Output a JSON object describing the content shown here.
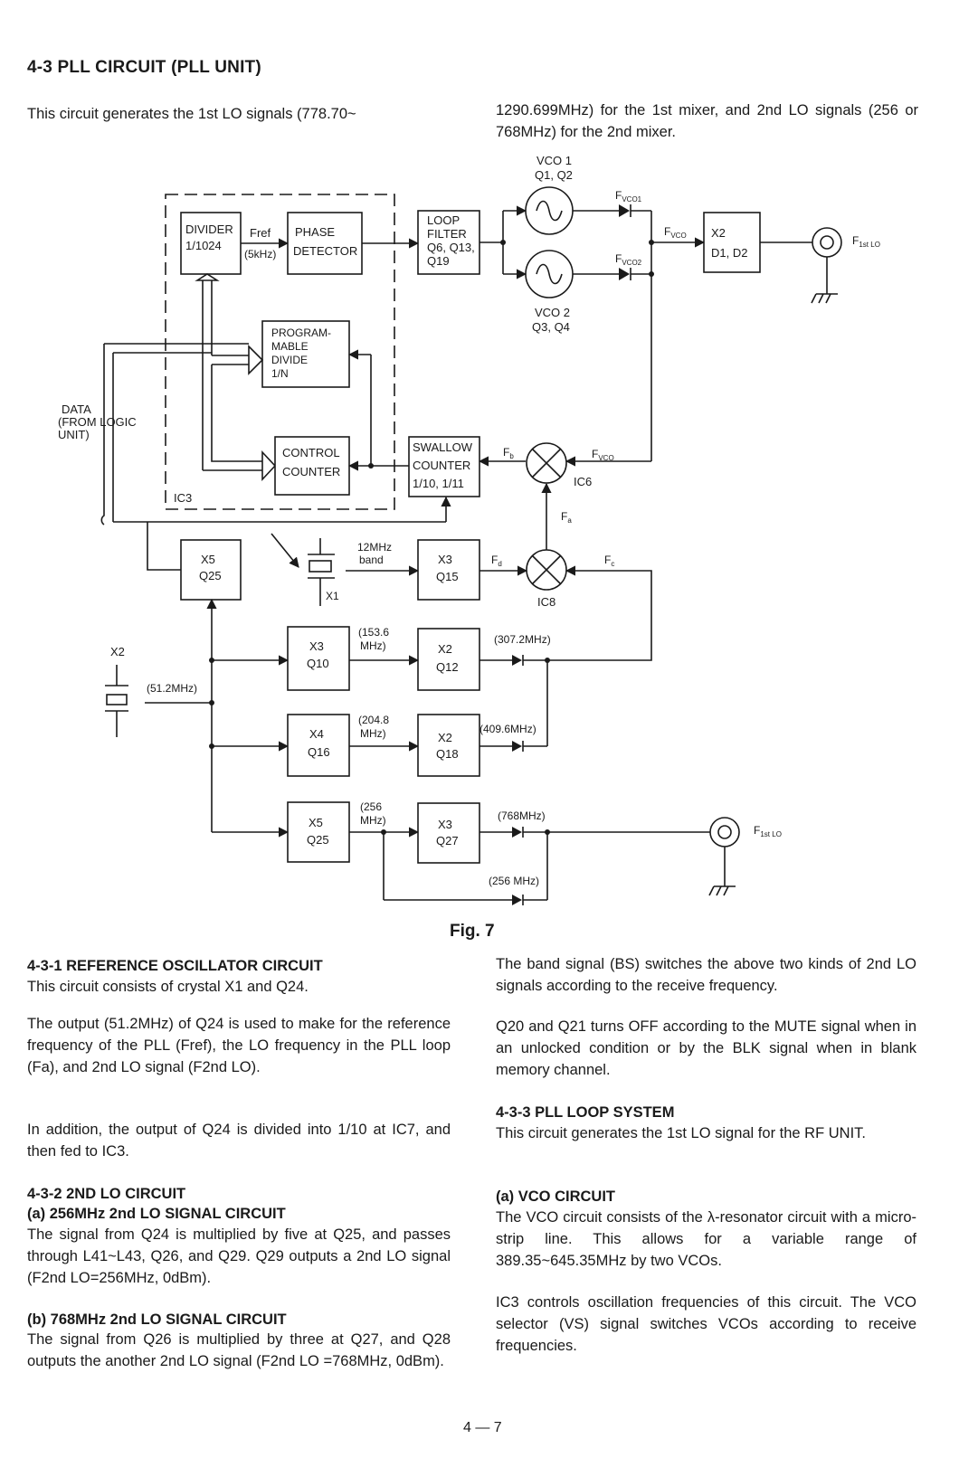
{
  "section_title": "4-3 PLL CIRCUIT (PLL UNIT)",
  "intro": {
    "left": "This circuit generates the 1st LO signals (778.70~",
    "right": "1290.699MHz) for the 1st mixer, and 2nd LO signals (256 or 768MHz) for the 2nd mixer."
  },
  "diagram": {
    "divider": [
      "DIVIDER",
      "1/1024"
    ],
    "fref": "Fref",
    "fref_val": "(5kHz)",
    "phase_detector": [
      "PHASE",
      "DETECTOR"
    ],
    "loop_filter": [
      "LOOP",
      "FILTER",
      "Q6, Q13,",
      "Q19"
    ],
    "vco1": [
      "VCO 1",
      "Q1, Q2"
    ],
    "vco2": [
      "VCO 2",
      "Q3, Q4"
    ],
    "fvco1": "FVCO1",
    "fvco2": "FVCO2",
    "fvco": "FVCO",
    "x2_d": [
      "X2",
      "D1, D2"
    ],
    "f1st_lo": "F1st LO",
    "programmable": [
      "PROGRAM-",
      "MABLE",
      "DIVIDE",
      "1/N"
    ],
    "data_label": [
      "DATA",
      "(FROM LOGIC",
      "UNIT)"
    ],
    "control_counter": [
      "CONTROL",
      "COUNTER"
    ],
    "swallow_counter": [
      "SWALLOW",
      "COUNTER",
      "1/10, 1/11"
    ],
    "fb": "Fb",
    "fa": "Fa",
    "fc": "Fc",
    "fd": "Fd",
    "ic3": "IC3",
    "ic6": "IC6",
    "ic8": "IC8",
    "x5_q25_top": [
      "X5",
      "Q25"
    ],
    "x1": "X1",
    "band_12": [
      "12MHz",
      "band"
    ],
    "x3_q15": [
      "X3",
      "Q15"
    ],
    "x2_crystal": "X2",
    "f51": "(51.2MHz)",
    "x3_q10": [
      "X3",
      "Q10"
    ],
    "f153": [
      "(153.6",
      "MHz)"
    ],
    "x2_q12": [
      "X2",
      "Q12"
    ],
    "f307": "(307.2MHz)",
    "x4_q16": [
      "X4",
      "Q16"
    ],
    "f204": [
      "(204.8",
      "MHz)"
    ],
    "x2_q18": [
      "X2",
      "Q18"
    ],
    "f409": "(409.6MHz)",
    "x5_q25_bot": [
      "X5",
      "Q25"
    ],
    "f256a": [
      "(256",
      "MHz)"
    ],
    "x3_q27": [
      "X3",
      "Q27"
    ],
    "f768": "(768MHz)",
    "f256b": "(256 MHz)",
    "f1st_lo_bottom": "F1st LO"
  },
  "figure_caption": "Fig. 7",
  "left_column": {
    "h_431": "4-3-1 REFERENCE OSCILLATOR CIRCUIT",
    "p_431a": "This circuit consists of crystal X1 and Q24.",
    "p_431b": "The output (51.2MHz) of Q24 is used to make for the reference frequency of the PLL (Fref), the LO frequency in the PLL loop (Fa), and 2nd LO signal (F2nd LO).",
    "p_431c": "In addition, the output of Q24 is divided into 1/10 at IC7, and then fed to IC3.",
    "h_432": "4-3-2 2ND LO CIRCUIT",
    "h_432a": "(a) 256MHz 2nd LO SIGNAL CIRCUIT",
    "p_432a": "The signal from Q24 is multiplied by five at Q25, and passes through L41~L43, Q26, and Q29. Q29 outputs a 2nd LO signal (F2nd LO=256MHz, 0dBm).",
    "h_432b": "(b) 768MHz 2nd LO SIGNAL CIRCUIT",
    "p_432b": "The signal from Q26 is multiplied by three at Q27, and Q28 outputs the another 2nd LO signal (F2nd LO =768MHz, 0dBm)."
  },
  "right_column": {
    "p_band": "The band signal (BS) switches the above two kinds of 2nd LO signals according to the receive frequency.",
    "p_mute": "Q20 and Q21 turns OFF according to the MUTE signal when in an unlocked condition or by the BLK signal when in blank memory channel.",
    "h_433": "4-3-3 PLL LOOP SYSTEM",
    "p_433": "This circuit generates the 1st LO signal for the RF UNIT.",
    "h_433a": "(a) VCO CIRCUIT",
    "p_433a": "The VCO circuit consists of the λ-resonator circuit with a micro-strip line. This allows for a variable range of 389.35~645.35MHz by two VCOs.",
    "p_433b": "IC3 controls oscillation frequencies of this circuit. The VCO selector (VS) signal switches VCOs according to receive frequencies."
  },
  "page_number": "4 — 7"
}
